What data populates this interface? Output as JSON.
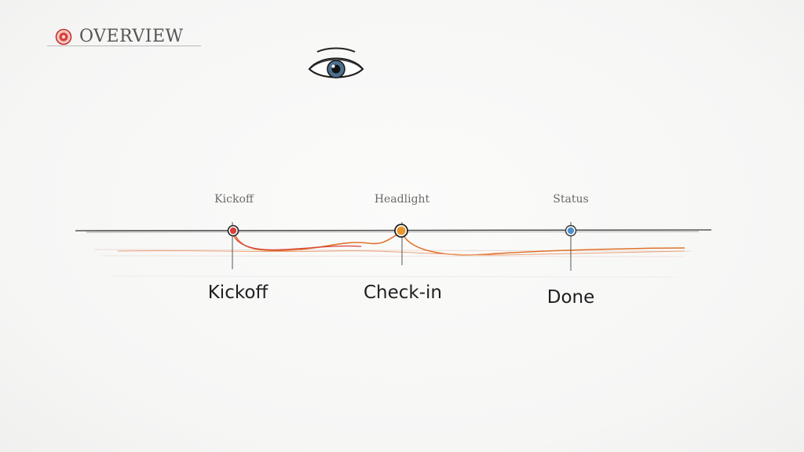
{
  "header": {
    "title": "OVERVIEW",
    "badge_icon": "record-dot-icon",
    "badge_color": "#d8403a"
  },
  "top_icon": "eye-icon",
  "timeline": {
    "line_color": "#3a3a3a",
    "trace_color": "#e0732c",
    "milestones": [
      {
        "top_label": "Kickoff",
        "label": "Kickoff",
        "color": "#d8403a"
      },
      {
        "top_label": "Headlight",
        "label": "Check-in",
        "color": "#e8962a"
      },
      {
        "top_label": "Status",
        "label": "Done",
        "color": "#4f8fd0"
      }
    ]
  }
}
